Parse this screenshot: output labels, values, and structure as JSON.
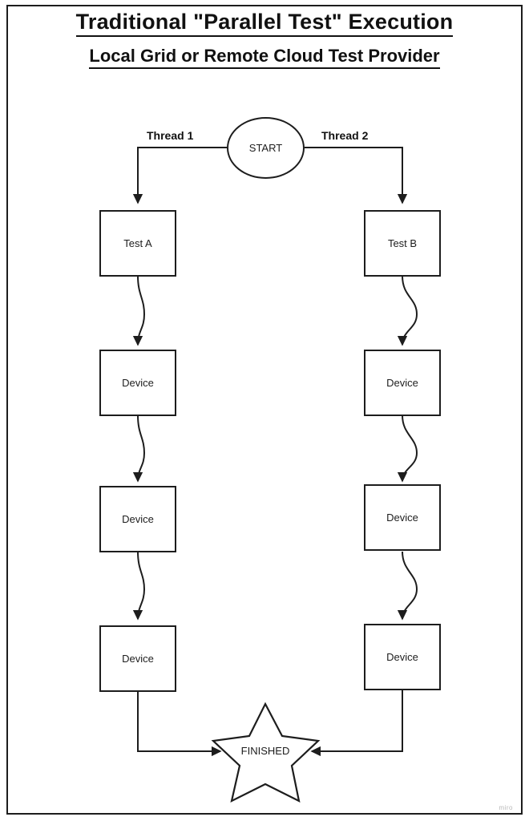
{
  "header": {
    "title": "Traditional \"Parallel Test\" Execution",
    "subtitle": "Local Grid or Remote Cloud Test Provider"
  },
  "diagram": {
    "type": "flowchart",
    "start_node": {
      "label": "START"
    },
    "end_node": {
      "label": "FINISHED",
      "shape": "star"
    },
    "branches": [
      {
        "label": "Thread 1",
        "nodes": [
          {
            "label": "Test A"
          },
          {
            "label": "Device"
          },
          {
            "label": "Device"
          },
          {
            "label": "Device"
          }
        ]
      },
      {
        "label": "Thread 2",
        "nodes": [
          {
            "label": "Test B"
          },
          {
            "label": "Device"
          },
          {
            "label": "Device"
          },
          {
            "label": "Device"
          }
        ]
      }
    ]
  },
  "watermark": {
    "text": "miro"
  },
  "colors": {
    "stroke": "#1d1d1d",
    "background": "#ffffff",
    "text": "#111111",
    "watermark": "#b8b8b8"
  }
}
